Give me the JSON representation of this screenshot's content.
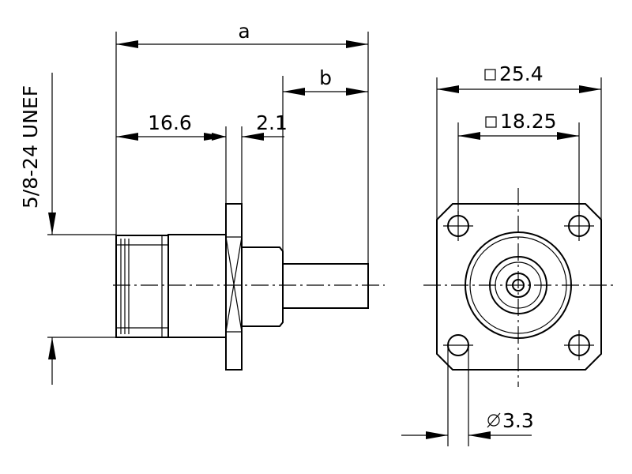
{
  "dimensions": {
    "a": "a",
    "b": "b",
    "length_16_6": "16.6",
    "length_2_1": "2.1",
    "thread": "5/8-24 UNEF",
    "square_outer": "25.4",
    "square_inner": "18.25",
    "hole_diameter": "3.3"
  },
  "symbols": {
    "square": "square-symbol",
    "diameter": "diameter-symbol"
  }
}
